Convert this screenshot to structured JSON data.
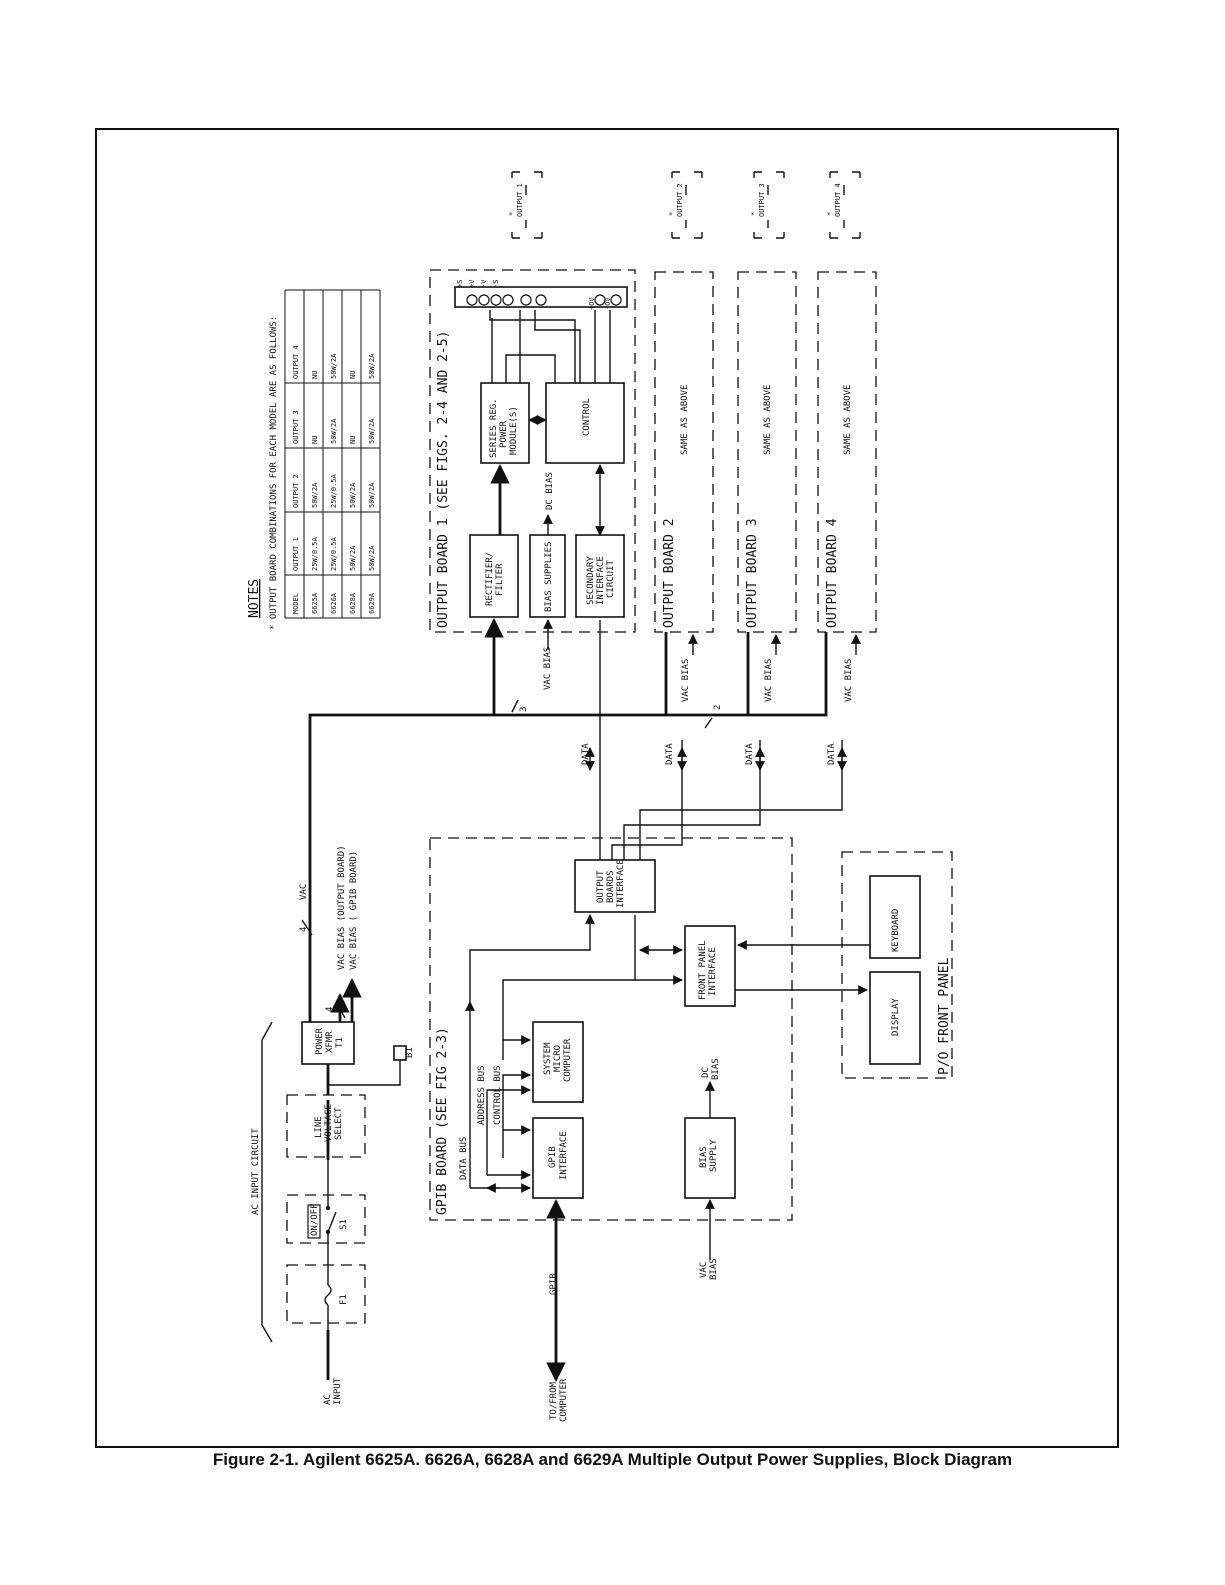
{
  "caption": "Figure 2-1. Agilent 6625A. 6626A, 6628A and 6629A Multiple Output Power Supplies, Block Diagram",
  "notes": {
    "title": "NOTES",
    "line": "* OUTPUT BOARD COMBINATIONS FOR EACH MODEL ARE AS FOLLOWS:",
    "table": {
      "headers": [
        "MODEL",
        "OUTPUT 1",
        "OUTPUT 2",
        "OUTPUT 3",
        "OUTPUT 4"
      ],
      "rows": [
        [
          "6625A",
          "25W/0.5A",
          "50W/2A",
          "NU",
          "NU"
        ],
        [
          "6626A",
          "25W/0.5A",
          "25W/0.5A",
          "50W/2A",
          "50W/2A"
        ],
        [
          "6628A",
          "50W/2A",
          "50W/2A",
          "NU",
          "NU"
        ],
        [
          "6629A",
          "50W/2A",
          "50W/2A",
          "50W/2A",
          "50W/2A"
        ]
      ]
    }
  },
  "ac_input": {
    "title": "AC INPUT CIRCUIT",
    "input": [
      "AC",
      "INPUT"
    ],
    "fuse": "F1",
    "switch_label": "ON/OFF",
    "switch": "S1",
    "line_voltage": [
      "LINE",
      "VOLTAGE",
      "SELECT"
    ],
    "transformer": [
      "POWER",
      "XFMR",
      "T1"
    ],
    "fan": "B1",
    "vac": "VAC",
    "vac_count": "4",
    "bias_count": "4",
    "bias_output": "VAC BIAS (OUTPUT BOARD)",
    "bias_gpib": "VAC BIAS ( GPIB BOARD)"
  },
  "gpib": {
    "title": "GPIB BOARD (SEE FIG 2-3)",
    "computer": [
      "TO/FROM",
      "COMPUTER"
    ],
    "gpib_label": "GPIB",
    "buses": [
      "DATA BUS",
      "ADDRESS BUS",
      "CONTROL BUS"
    ],
    "gpib_interface": [
      "GPIB",
      "INTERFACE"
    ],
    "micro": [
      "SYSTEM",
      "MICRO",
      "COMPUTER"
    ],
    "obi": [
      "OUTPUT",
      "BOARDS",
      "INTERFACE"
    ],
    "fpi": [
      "FRONT PANEL",
      "INTERFACE"
    ],
    "bias": [
      "BIAS",
      "SUPPLY"
    ],
    "dc_bias": [
      "DC",
      "BIAS"
    ],
    "vac_bias": [
      "VAC",
      "BIAS"
    ]
  },
  "front_panel": {
    "title": "P/O FRONT PANEL",
    "keyboard": "KEYBOARD",
    "display": "DISPLAY"
  },
  "output1": {
    "title": "OUTPUT BOARD 1 (SEE FIGS. 2-4 AND 2-5)",
    "rectifier": [
      "RECTIFIER/",
      "FILTER"
    ],
    "bias_supplies": "BIAS SUPPLIES",
    "secondary": [
      "SECONDARY",
      "INTERFACE",
      "CIRCUIT"
    ],
    "series": [
      "SERIES REG.",
      "POWER",
      "MODULE(S)"
    ],
    "control": "CONTROL",
    "dc_bias": "DC BIAS",
    "vac_bias": "VAC BIAS",
    "terminals": [
      "+S",
      "+V",
      "-V",
      "-S",
      "+OV",
      "-OV"
    ],
    "count3": "3",
    "count2": "2"
  },
  "outputs": [
    {
      "title": "OUTPUT BOARD 2",
      "same": "SAME AS ABOVE",
      "vac_bias": "VAC BIAS",
      "tag": "OUTPUT 2"
    },
    {
      "title": "OUTPUT BOARD 3",
      "same": "SAME AS ABOVE",
      "vac_bias": "VAC BIAS",
      "tag": "OUTPUT 3"
    },
    {
      "title": "OUTPUT BOARD 4",
      "same": "SAME AS ABOVE",
      "vac_bias": "VAC BIAS",
      "tag": "OUTPUT 4"
    }
  ],
  "output1_tag": "OUTPUT 1",
  "star": "*",
  "data_label": "DATA"
}
